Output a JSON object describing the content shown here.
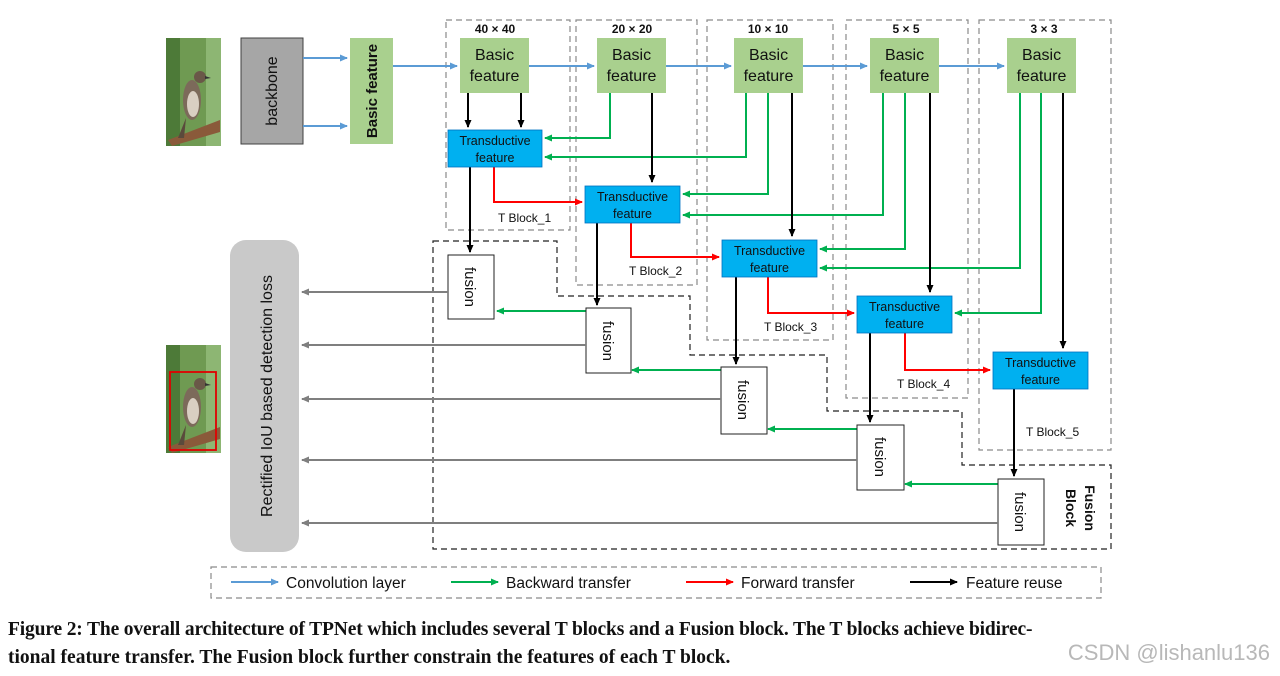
{
  "diagram": {
    "backbone_label": "backbone",
    "basic_feature_vertical": "Basic feature",
    "scales": [
      "40 × 40",
      "20 × 20",
      "10 × 10",
      "5 × 5",
      "3 × 3"
    ],
    "basic_feature_line1": "Basic",
    "basic_feature_line2": "feature",
    "transductive_line1": "Transductive",
    "transductive_line2": "feature",
    "fusion_label": "fusion",
    "t_blocks": [
      "T  Block_1",
      "T  Block_2",
      "T  Block_3",
      "T  Block_4",
      "T  Block_5"
    ],
    "loss_label": "Rectified IoU based detection loss",
    "fusion_block_line1": "Fusion",
    "fusion_block_line2": "Block"
  },
  "legend": {
    "items": [
      {
        "label": "Convolution layer",
        "color": "#5b9bd5"
      },
      {
        "label": "Backward transfer",
        "color": "#00b050"
      },
      {
        "label": "Forward transfer",
        "color": "#ff0000"
      },
      {
        "label": "Feature reuse",
        "color": "#000000"
      }
    ]
  },
  "caption": {
    "line1": "Figure 2: The overall architecture of TPNet which includes several T blocks and a Fusion block. The T blocks achieve bidirec-",
    "line2": "tional feature transfer. The Fusion block further constrain the features of each T block."
  },
  "watermark": "CSDN @lishanlu136",
  "colors": {
    "basic_green": "#a9d08e",
    "transductive_blue": "#00b0f0",
    "backbone_gray": "#a6a6a6",
    "loss_gray": "#c9c9c9",
    "conv_arrow": "#5b9bd5",
    "backward_arrow": "#00b050",
    "forward_arrow": "#ff0000",
    "reuse_arrow": "#000000"
  }
}
